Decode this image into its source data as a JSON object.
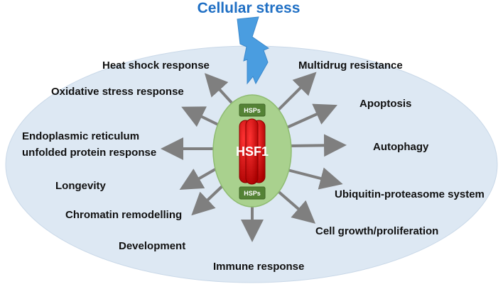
{
  "title": "Cellular stress",
  "core": {
    "label": "HSF1",
    "hsp_top": "HSPs",
    "hsp_bottom": "HSPs"
  },
  "outcomes": {
    "heat_shock": "Heat shock response",
    "oxidative": "Oxidative stress response",
    "er_line1": "Endoplasmic reticulum",
    "er_line2": "unfolded protein response",
    "longevity": "Longevity",
    "chromatin": "Chromatin remodelling",
    "development": "Development",
    "immune": "Immune response",
    "multidrug": "Multidrug resistance",
    "apoptosis": "Apoptosis",
    "autophagy": "Autophagy",
    "ubiquitin": "Ubiquitin-proteasome system",
    "growth": "Cell growth/proliferation"
  },
  "colors": {
    "title": "#1f6fc4",
    "bolt": "#4a9de0",
    "background_ellipse": "#dde8f3",
    "cell": "#a9d18e",
    "hsf1": "#cc0000",
    "hsp_box": "#548235",
    "arrow": "#7f7f7f"
  }
}
